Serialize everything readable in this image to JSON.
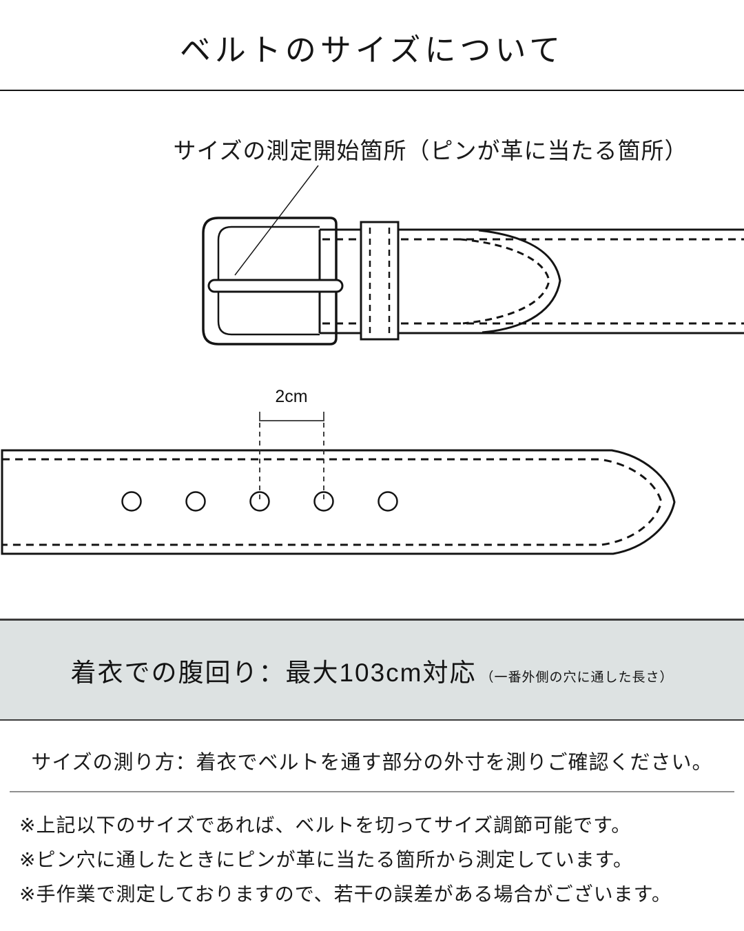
{
  "title": "ベルトのサイズについて",
  "diagram_top": {
    "pointer_label": "サイズの測定開始箇所（ピンが革に当たる箇所）"
  },
  "diagram_bottom": {
    "hole_spacing_label": "2cm"
  },
  "banner": {
    "main": "着衣での腹回り：最大103cm対応",
    "sub": "（一番外側の穴に通した長さ）",
    "bg_color": "#dde2e2",
    "border_color": "#3c3c3c"
  },
  "measure_note": "サイズの測り方：着衣でベルトを通す部分の外寸を測りご確認ください。",
  "notes": [
    "※上記以下のサイズであれば、ベルトを切ってサイズ調節可能です。",
    "※ピン穴に通したときにピンが革に当たる箇所から測定しています。",
    "※手作業で測定しておりますので、若干の誤差がある場合がございます。"
  ],
  "colors": {
    "ink": "#141414",
    "background": "#ffffff",
    "divider_gray": "#8f8f8f"
  }
}
